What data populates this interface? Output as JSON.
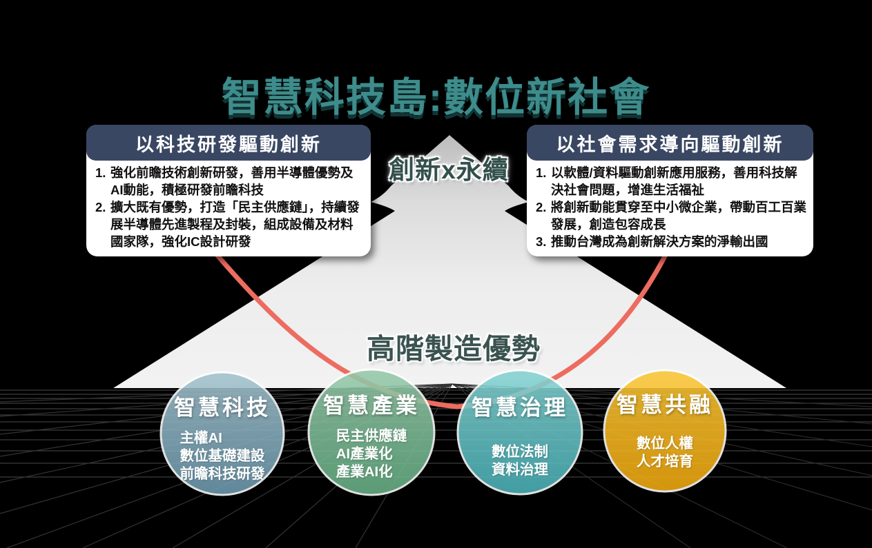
{
  "title": "智慧科技島:數位新社會",
  "labels": {
    "innovation_sustainability": "創新x永續",
    "advanced_manufacturing": "高階製造優勢"
  },
  "boxes": {
    "left": {
      "header": "以科技研發驅動創新",
      "items": [
        {
          "num": "1.",
          "text": "強化前瞻技術創新研發，善用半導體優勢及AI動能，積極研發前瞻科技"
        },
        {
          "num": "2.",
          "text": "擴大既有優勢，打造「民主供應鏈」，持續發展半導體先進製程及封裝，組成設備及材料國家隊，強化IC設計研發"
        }
      ]
    },
    "right": {
      "header": "以社會需求導向驅動創新",
      "items": [
        {
          "num": "1.",
          "text": "以軟體/資料驅動創新應用服務，善用科技解決社會問題，增進生活福祉"
        },
        {
          "num": "2.",
          "text": "將創新動能貫穿至中小微企業，帶動百工百業發展，創造包容成長"
        },
        {
          "num": "3.",
          "text": "推動台灣成為創新解決方案的淨輸出國"
        }
      ]
    }
  },
  "circles": [
    {
      "title": "智慧科技",
      "items": [
        "主權AI",
        "數位基礎建設",
        "前瞻科技研發"
      ]
    },
    {
      "title": "智慧產業",
      "items": [
        "民主供應鏈",
        "AI產業化",
        "產業AI化"
      ]
    },
    {
      "title": "智慧治理",
      "items": [
        "數位法制",
        "資料治理"
      ]
    },
    {
      "title": "智慧共融",
      "items": [
        "數位人權",
        "人才培育"
      ]
    }
  ],
  "colors": {
    "background": "#000000",
    "title_teal": "#3E8C8C",
    "header_navy": "#3A4763",
    "label_dark_slate": "#33504C",
    "arrow_gray_top": "#bdbdbd",
    "arrow_gray_bottom": "#f3f3f3",
    "red_line": "#ED6C60",
    "circle1_top": "#A3C2CD",
    "circle1_bottom": "#6E9BB0",
    "circle2_top": "#96C9AA",
    "circle2_bottom": "#68B186",
    "circle3_top": "#86D2D2",
    "circle3_bottom": "#4BB3B9",
    "circle4_top": "#F9C637",
    "circle4_bottom": "#F2AA10"
  }
}
